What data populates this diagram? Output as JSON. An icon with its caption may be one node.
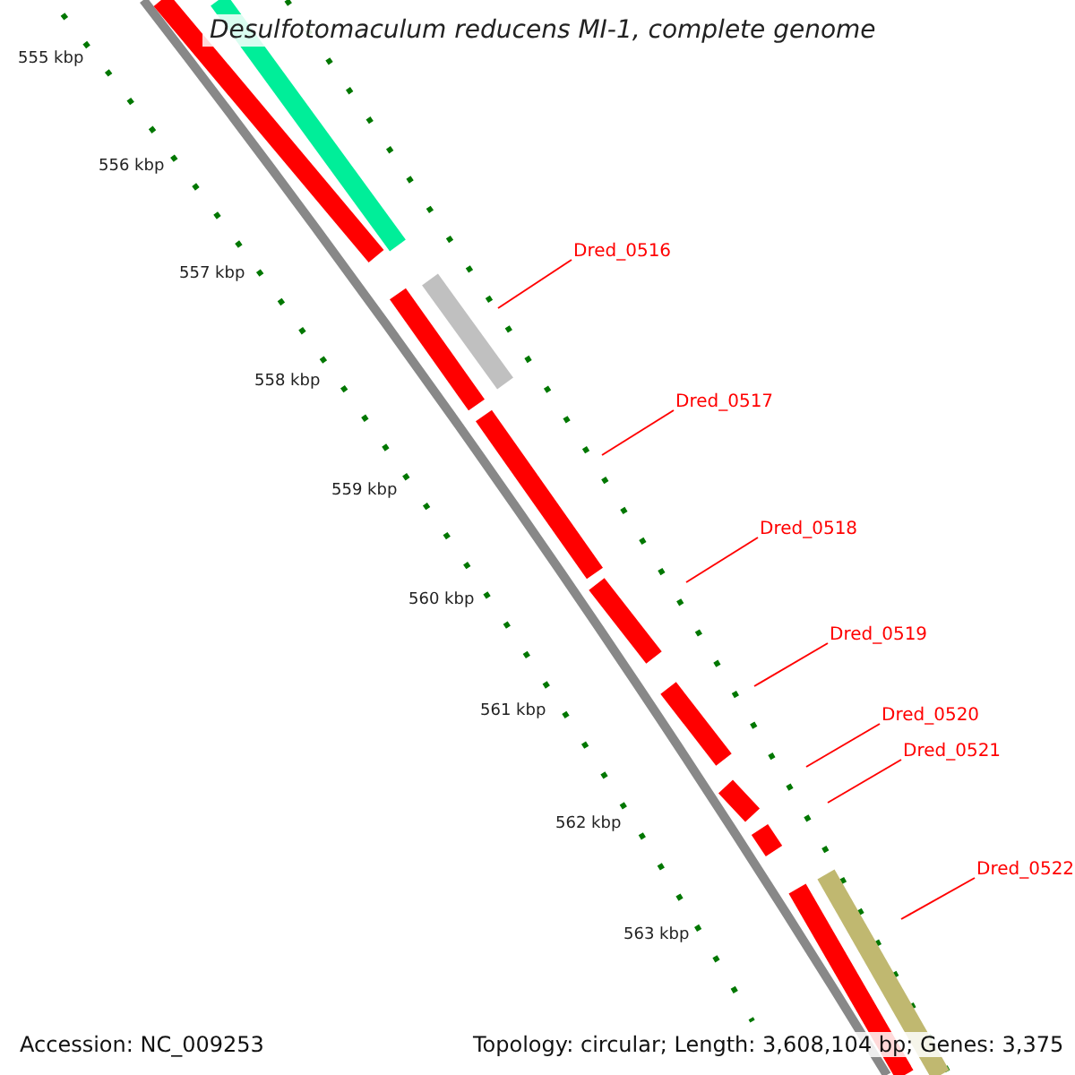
{
  "diagram": {
    "title": "Desulfotomaculum reducens MI-1, complete genome",
    "nodes": [
      {
        "text": [
          "Dred_0516"
        ]
      },
      {
        "text": [
          "Dred_0517"
        ]
      },
      {
        "text": [
          "Dred_0518"
        ]
      },
      {
        "text": [
          "Dred_0519"
        ]
      },
      {
        "text": [
          "Dred_0520"
        ]
      },
      {
        "text": [
          "Dred_0521"
        ]
      },
      {
        "text": [
          "Dred_0522"
        ]
      }
    ],
    "edges": [
      {
        "from": 0,
        "to": null,
        "arrow": "none"
      },
      {
        "from": 1,
        "to": null,
        "arrow": "none"
      },
      {
        "from": 2,
        "to": null,
        "arrow": "none"
      },
      {
        "from": 3,
        "to": null,
        "arrow": "none"
      },
      {
        "from": 4,
        "to": null,
        "arrow": "none"
      },
      {
        "from": 5,
        "to": null,
        "arrow": "none"
      },
      {
        "from": 6,
        "to": null,
        "arrow": "none"
      }
    ],
    "labels": [
      "555 kbp",
      "556 kbp",
      "557 kbp",
      "558 kbp",
      "559 kbp",
      "560 kbp",
      "561 kbp",
      "562 kbp",
      "563 kbp",
      "Accession: NC_009253",
      "Topology: circular; Length: 3,608,104 bp; Genes: 3,375"
    ]
  }
}
